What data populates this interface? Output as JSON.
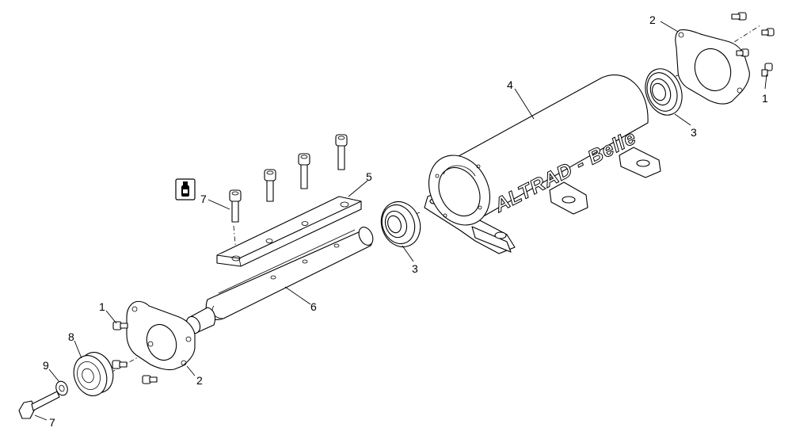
{
  "diagram": {
    "brand_text": "ALTRAD - Belle",
    "callouts": [
      "1",
      "2",
      "3",
      "4",
      "5",
      "6",
      "7",
      "8",
      "9"
    ],
    "icons": [
      "threadlock-bottle-icon"
    ]
  }
}
